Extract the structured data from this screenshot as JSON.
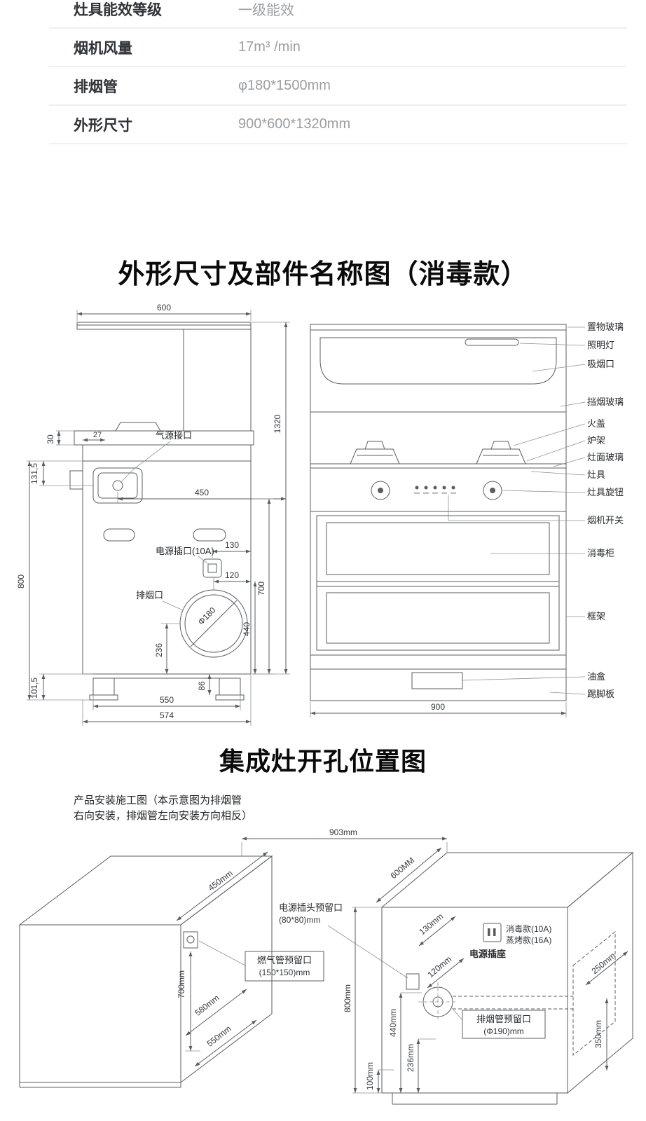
{
  "spec_table": {
    "rows": [
      {
        "label": "灶具能效等级",
        "value": "一级能效"
      },
      {
        "label": "烟机风量",
        "value": "17m³ /min"
      },
      {
        "label": "排烟管",
        "value": "φ180*1500mm"
      },
      {
        "label": "外形尺寸",
        "value": "900*600*1320mm"
      }
    ]
  },
  "parts_diagram": {
    "title": "外形尺寸及部件名称图（消毒款）",
    "side_view": {
      "dim_top_width": "600",
      "dim_overall_height": "1320",
      "dim_30": "30",
      "dim_27": "27",
      "gas_inlet_label": "气源接口",
      "dim_131_5": "131,5",
      "dim_450": "450",
      "power_socket_label": "电源插口(10A)",
      "dim_130": "130",
      "dim_120": "120",
      "dim_700": "700",
      "exhaust_outlet_label": "排烟口",
      "dim_phi180": "Φ180",
      "dim_440": "440",
      "dim_236": "236",
      "dim_800": "800",
      "dim_101_5": "101,5",
      "dim_86": "86",
      "dim_550": "550",
      "dim_574": "574"
    },
    "front_view": {
      "labels": [
        "置物玻璃",
        "照明灯",
        "吸烟口",
        "挡烟玻璃",
        "火盖",
        "炉架",
        "灶面玻璃",
        "灶具",
        "灶具旋钮",
        "烟机开关",
        "消毒柜",
        "框架",
        "油盒",
        "踢脚板"
      ],
      "dim_width": "900"
    }
  },
  "install_diagram": {
    "title": "集成灶开孔位置图",
    "note_line1": "产品安装施工图（本示意图为排烟管",
    "note_line2": "右向安装，排烟管左向安装方向相反）",
    "left_cabinet": {
      "dim_450": "450mm",
      "dim_700": "700mm",
      "dim_580": "580mm",
      "dim_550": "550mm",
      "gas_reserve_line1": "燃气管预留口",
      "gas_reserve_line2": "(150*150)mm"
    },
    "right_cabinet": {
      "dim_903": "903mm",
      "dim_600": "600MM",
      "dim_130": "130mm",
      "dim_120": "120mm",
      "dim_800": "800mm",
      "dim_440": "440mm",
      "dim_236": "236mm",
      "dim_100": "100mm",
      "dim_250": "250mm",
      "dim_350": "350mm",
      "plug_reserve_line1": "电源插头预留口",
      "plug_reserve_line2": "(80*80)mm",
      "socket_label": "电源插座",
      "socket_type1": "消毒款(10A)",
      "socket_type2": "蒸烤款(16A)",
      "exhaust_reserve_line1": "排烟管预留口",
      "exhaust_reserve_line2": "(Φ190)mm"
    }
  }
}
